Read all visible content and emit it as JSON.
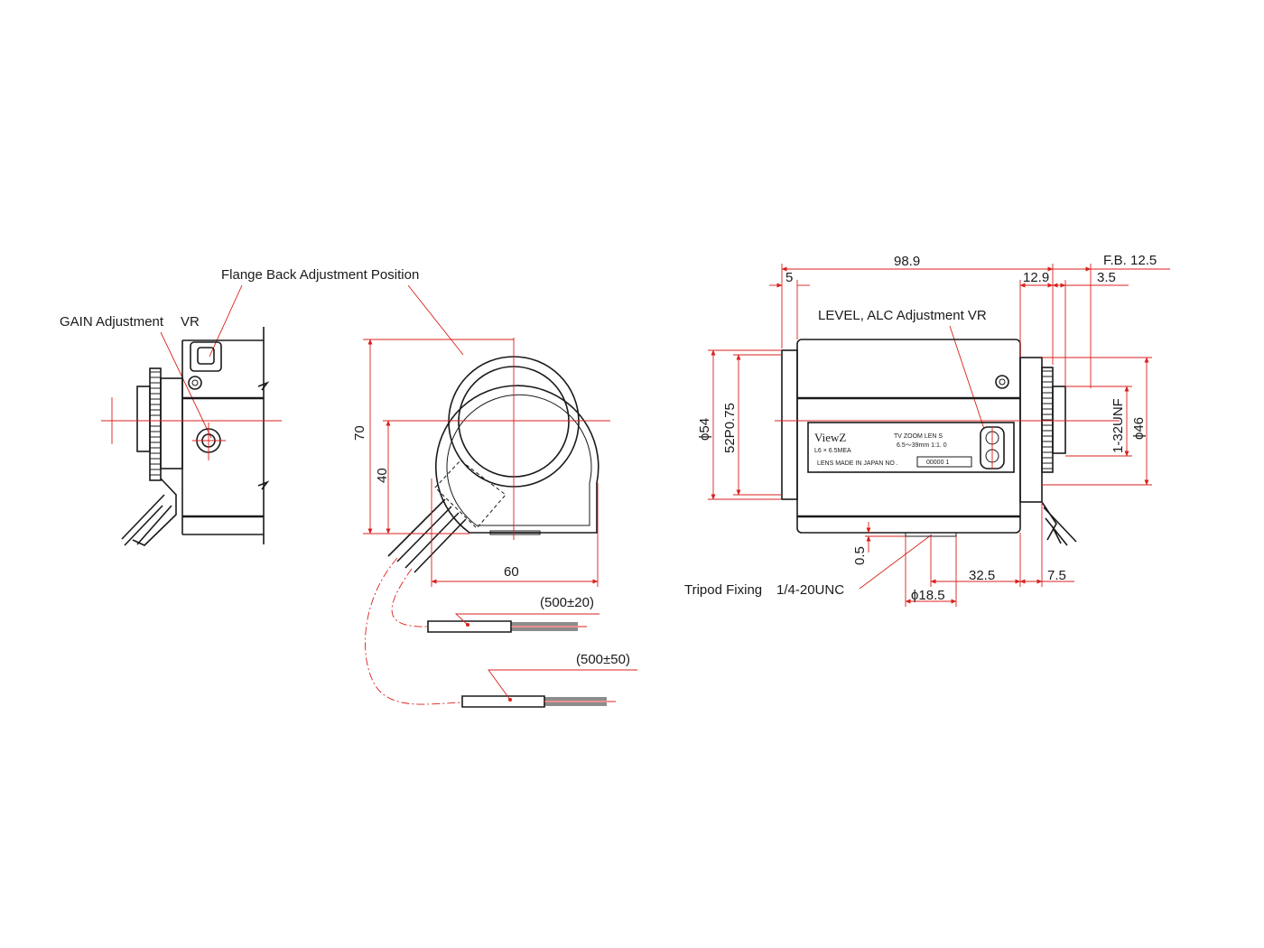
{
  "labels": {
    "flange_back": "Flange Back Adjustment Position",
    "gain": "GAIN Adjustment",
    "gain_vr": "VR",
    "level_alc": "LEVEL, ALC Adjustment VR",
    "tripod": "Tripod Fixing",
    "tripod_thread": "1/4-20UNC"
  },
  "front_view": {
    "dim_height": "70",
    "dim_center": "40",
    "dim_width": "60",
    "cable_short": "(500±20)",
    "cable_long": "(500±50)"
  },
  "side_view": {
    "dim_length": "98.9",
    "dim_fb": "F.B. 12.5",
    "dim_front": "5",
    "dim_rear": "12.9",
    "dim_rear_small": "3.5",
    "dim_dia54": "ϕ54",
    "dim_thread_front": "52P0.75",
    "dim_mount_thread": "1-32UNF",
    "dim_dia46": "ϕ46",
    "dim_tripod_offset": "0.5",
    "dim_tripod_dia": "ϕ18.5",
    "dim_tripod_pos": "32.5",
    "dim_rear_75": "7.5"
  },
  "nameplate": {
    "brand": "ViewZ",
    "model": "L6 × 6.5MEA",
    "type": "TV ZOOM LEN  S",
    "spec": "6.5～39mm 1:1. 0",
    "origin": "LENS MADE IN JAPAN NO   .",
    "serial": "00000 1"
  },
  "colors": {
    "outline": "#1a1a1a",
    "dimension_lines": "#d9201c"
  }
}
